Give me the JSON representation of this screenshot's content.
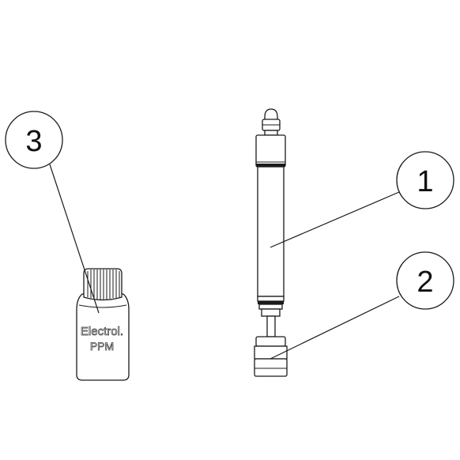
{
  "callouts": [
    {
      "id": "1",
      "label": "1"
    },
    {
      "id": "2",
      "label": "2"
    },
    {
      "id": "3",
      "label": "3"
    }
  ],
  "bottle": {
    "label_line1": "Electrol.",
    "label_line2": "PPM"
  }
}
